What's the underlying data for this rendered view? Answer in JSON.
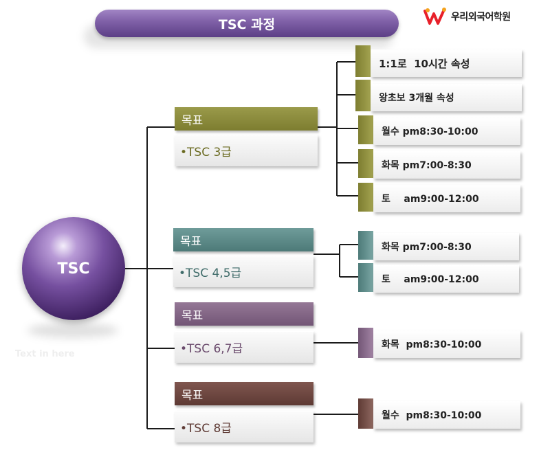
{
  "title": "TSC 과정",
  "logo": {
    "name": "우리외국어학원"
  },
  "center": {
    "label": "TSC",
    "ghost_text": "Text in here"
  },
  "colors": {
    "olive": "#8a8a3a",
    "teal": "#5e8c8a",
    "mauve": "#856887",
    "brown": "#6e4a44",
    "connector": "#1a1a1a"
  },
  "groups": [
    {
      "goal_label": "목표",
      "level": "•TSC 3급",
      "schedule": [
        {
          "label": "1:1로  10시간 속성"
        },
        {
          "label": "왕초보 3개월 속성"
        },
        {
          "label": "월수 pm8:30-10:00"
        },
        {
          "label": "화목 pm7:00-8:30"
        },
        {
          "label": "토    am9:00-12:00"
        }
      ]
    },
    {
      "goal_label": "목표",
      "level": "•TSC 4,5급",
      "schedule": [
        {
          "label": "화목 pm7:00-8:30"
        },
        {
          "label": "토    am9:00-12:00"
        }
      ]
    },
    {
      "goal_label": "목표",
      "level": "•TSC 6,7급",
      "schedule": [
        {
          "label": "화목  pm8:30-10:00"
        }
      ]
    },
    {
      "goal_label": "목표",
      "level": "•TSC 8급",
      "schedule": [
        {
          "label": "월수  pm8:30-10:00"
        }
      ]
    }
  ]
}
